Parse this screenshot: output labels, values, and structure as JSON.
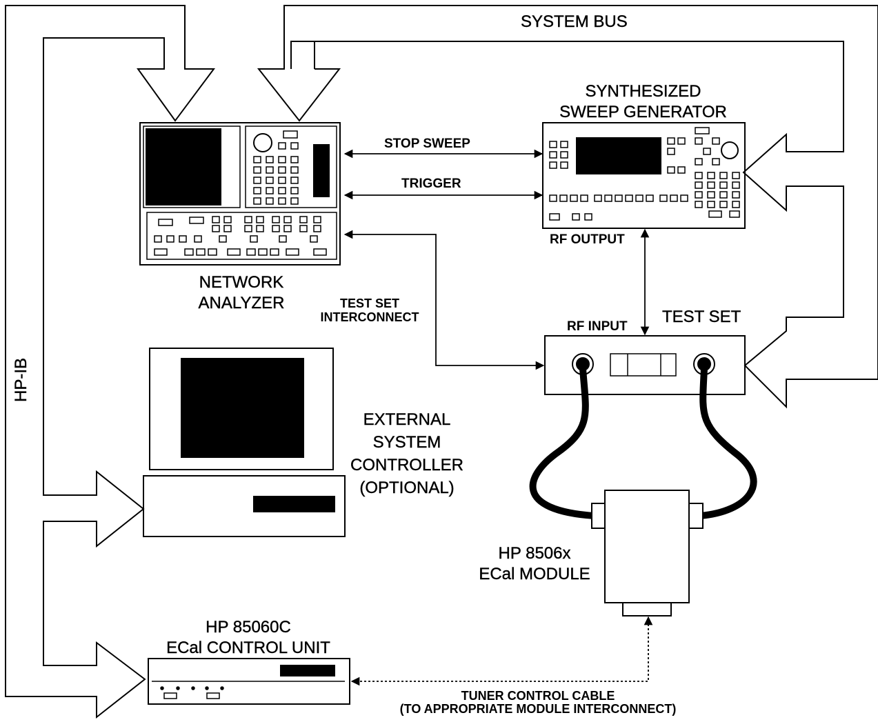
{
  "labels": {
    "system_bus": "SYSTEM BUS",
    "hpib": "HP-IB",
    "network_analyzer": [
      "NETWORK",
      "ANALYZER"
    ],
    "sweep_generator": [
      "SYNTHESIZED",
      "SWEEP GENERATOR"
    ],
    "stop_sweep": "STOP  SWEEP",
    "trigger": "TRIGGER",
    "rf_output": "RF OUTPUT",
    "rf_input": "RF INPUT",
    "test_set": "TEST SET",
    "test_set_interconnect": [
      "TEST SET",
      "INTERCONNECT"
    ],
    "controller": [
      "EXTERNAL",
      "SYSTEM",
      "CONTROLLER",
      "(OPTIONAL)"
    ],
    "ecal_module": [
      "HP 8506x",
      "ECal MODULE"
    ],
    "ecal_control_unit": [
      "HP 85060C",
      "ECal CONTROL UNIT"
    ],
    "tuner_cable": [
      "TUNER CONTROL CABLE",
      "(TO APPROPRIATE MODULE INTERCONNECT)"
    ]
  }
}
